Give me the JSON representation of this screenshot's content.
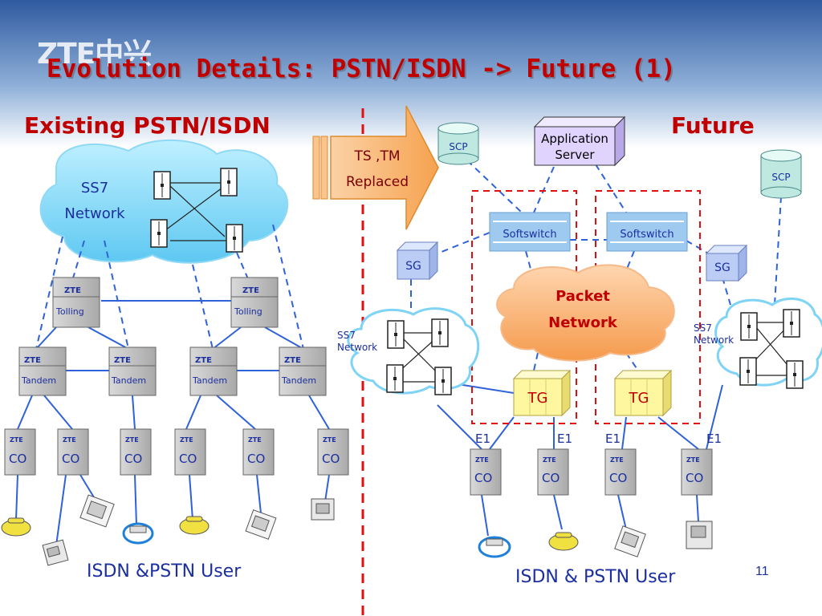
{
  "slide": {
    "logo": "ZTE中兴",
    "title": "Evolution Details: PSTN/ISDN -> Future (1)",
    "page_number": "11"
  },
  "left": {
    "heading": "Existing PSTN/ISDN",
    "ss7_cloud": [
      "SS7",
      "Network"
    ],
    "brand": "ZTE",
    "tolling_label": "Tolling",
    "tandem_label": "Tandem",
    "co_label": "CO",
    "user_label": "ISDN &PSTN User"
  },
  "arrow": {
    "line1": "TS ,TM",
    "line2": "Replaced"
  },
  "right": {
    "heading": "Future",
    "app_server": [
      "Application",
      "Server"
    ],
    "scp_label": "SCP",
    "softswitch_label": "Softswitch",
    "sg_label": "SG",
    "packet_network": [
      "Packet",
      "Network"
    ],
    "tg_label": "TG",
    "ss7_network": [
      "SS7",
      "Network"
    ],
    "e1_label": "E1",
    "brand": "ZTE",
    "co_label": "CO",
    "user_label": "ISDN & PSTN User"
  },
  "colors": {
    "title_red": "#c00000",
    "link_blue": "#2f62d8",
    "divider_red": "#e01010",
    "arrow_orange": "#f9b572",
    "softswitch_blue": "#9fcaf0",
    "tg_yellow": "#fff6a0",
    "packet_cloud_orange": "#f8ab66",
    "ss7_cloud_blue": "#7fd3f5",
    "app_server_purple": "#e0d4ff",
    "scp_teal": "#bfe8e0"
  }
}
